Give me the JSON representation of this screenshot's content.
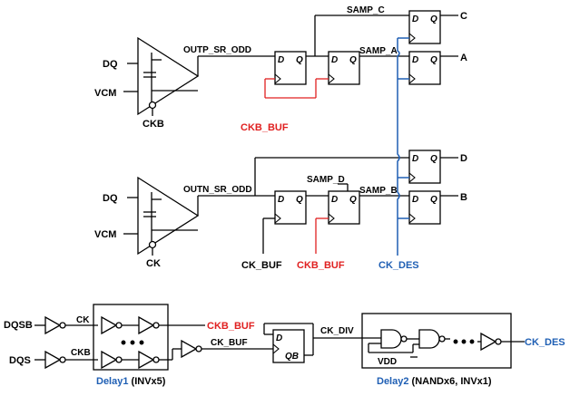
{
  "top_circuit": {
    "inputs": {
      "dq": "DQ",
      "vcm": "VCM"
    },
    "clock_label": "CKB",
    "output_net": "OUTP_SR_ODD",
    "buffer_label": "CKB_BUF",
    "nets": {
      "samp_c": "SAMP_C",
      "samp_a": "SAMP_A"
    },
    "outputs": {
      "c": "C",
      "a": "A"
    }
  },
  "bottom_circuit": {
    "inputs": {
      "dq": "DQ",
      "vcm": "VCM"
    },
    "clock_label": "CK",
    "output_net": "OUTN_SR_ODD",
    "buffer_label_black": "CK_BUF",
    "buffer_label_red": "CKB_BUF",
    "nets": {
      "samp_d": "SAMP_D",
      "samp_b": "SAMP_B"
    },
    "outputs": {
      "d": "D",
      "b": "B"
    },
    "deserializer_clock": "CK_DES"
  },
  "flipflop": {
    "d": "D",
    "q": "Q",
    "qb": "QB"
  },
  "clock_chain": {
    "inputs": {
      "dqsb": "DQSB",
      "dqs": "DQS"
    },
    "internal": {
      "ck": "CK",
      "ckb": "CKB"
    },
    "delay1_outputs": {
      "ckb_buf": "CKB_BUF",
      "ck_buf": "CK_BUF"
    },
    "ck_div": "CK_DIV",
    "vdd": "VDD",
    "output": "CK_DES",
    "delay1_title": "Delay1",
    "delay1_detail": " (INVx5)",
    "delay2_title": "Delay2",
    "delay2_detail": " (NANDx6, INVx1)"
  },
  "colors": {
    "red": "#e02020",
    "blue": "#1f5fb4",
    "black": "#000000"
  }
}
